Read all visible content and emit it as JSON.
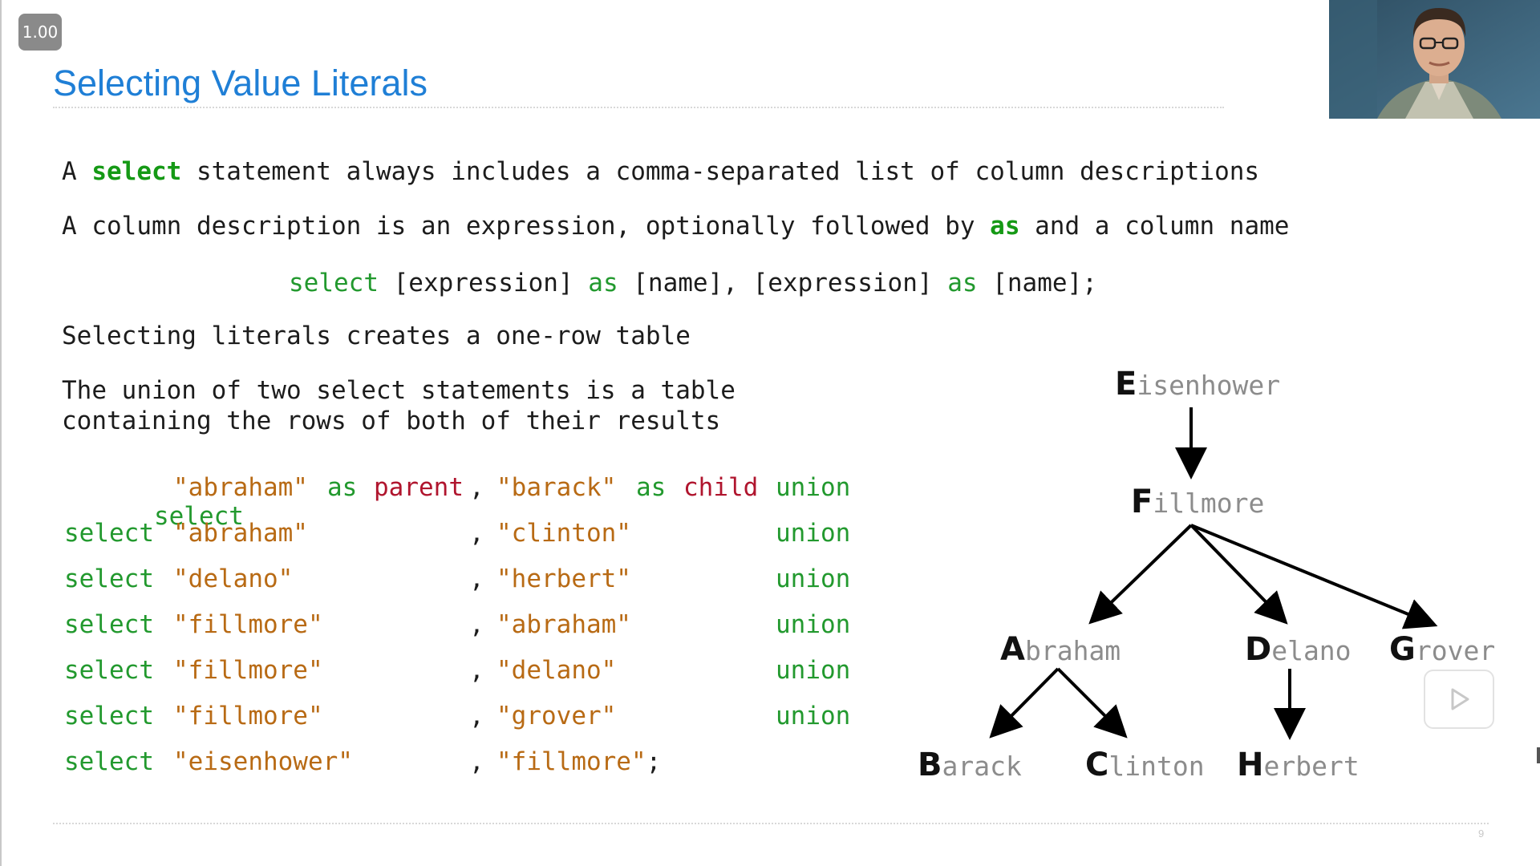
{
  "player": {
    "speed_label": "1.00",
    "page_number": "9"
  },
  "slide": {
    "title": "Selecting Value Literals",
    "paragraphs": {
      "p1": {
        "a": "A ",
        "kw": "select",
        "b": " statement always includes a comma-separated list of column descriptions"
      },
      "p2": {
        "a": "A column description is an expression, optionally followed by ",
        "kw": "as",
        "b": " and a column name"
      },
      "p3": "Selecting literals creates a one-row table",
      "p4_line1": "The union of two select statements is a table",
      "p4_line2": "containing the rows of both of their results"
    },
    "syntax": {
      "select": "select",
      "expr1": " [expression] ",
      "as1": "as",
      "name1": " [name], [expression] ",
      "as2": "as",
      "name2": " [name];"
    },
    "code_rows": [
      {
        "kw": "select",
        "str1": "\"abraham\"",
        "as1": "as",
        "id1": "parent",
        "sep": ",",
        "str2": "\"barack\"",
        "as2": "as",
        "id2": "child",
        "tail": "union"
      },
      {
        "kw": "select",
        "str1": "\"abraham\"",
        "sep": ",",
        "str2": "\"clinton\"",
        "tail": "union"
      },
      {
        "kw": "select",
        "str1": "\"delano\"",
        "sep": ",",
        "str2": "\"herbert\"",
        "tail": "union"
      },
      {
        "kw": "select",
        "str1": "\"fillmore\"",
        "sep": ",",
        "str2": "\"abraham\"",
        "tail": "union"
      },
      {
        "kw": "select",
        "str1": "\"fillmore\"",
        "sep": ",",
        "str2": "\"delano\"",
        "tail": "union"
      },
      {
        "kw": "select",
        "str1": "\"fillmore\"",
        "sep": ",",
        "str2": "\"grover\"",
        "tail": "union"
      },
      {
        "kw": "select",
        "str1": "\"eisenhower\"",
        "sep": ",",
        "str2": "\"fillmore\"",
        "tail": ";"
      }
    ],
    "tree": {
      "nodes": [
        {
          "id": "eisenhower",
          "initial": "E",
          "rest": "isenhower"
        },
        {
          "id": "fillmore",
          "initial": "F",
          "rest": "illmore"
        },
        {
          "id": "abraham",
          "initial": "A",
          "rest": "braham"
        },
        {
          "id": "delano",
          "initial": "D",
          "rest": "elano"
        },
        {
          "id": "grover",
          "initial": "G",
          "rest": "rover"
        },
        {
          "id": "barack",
          "initial": "B",
          "rest": "arack"
        },
        {
          "id": "clinton",
          "initial": "C",
          "rest": "linton"
        },
        {
          "id": "herbert",
          "initial": "H",
          "rest": "erbert"
        }
      ]
    }
  },
  "colors": {
    "title_blue": "#1f7fd6",
    "keyword_green": "#22992e",
    "string_orange": "#b86a14",
    "identifier_red": "#b0152e"
  },
  "icons": {
    "speed": "speed-badge",
    "play": "play-icon"
  }
}
